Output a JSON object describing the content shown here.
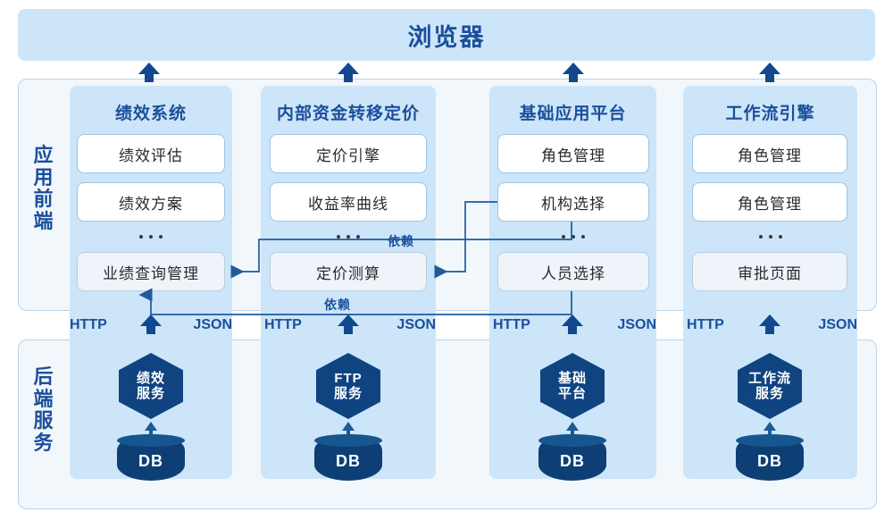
{
  "browser": {
    "label": "浏览器"
  },
  "layers": {
    "frontend": {
      "side_label": "应用\n前端",
      "side_label_chars": [
        "应",
        "用",
        "前",
        "端"
      ]
    },
    "backend": {
      "side_label_chars": [
        "后",
        "端",
        "服",
        "务"
      ]
    }
  },
  "protocol": {
    "request": "HTTP",
    "response": "JSON",
    "arrow_icon": "up-arrow-icon"
  },
  "dependency_label": "依赖",
  "ellipsis": "...",
  "columns": [
    {
      "id": "performance",
      "title": "绩效系统",
      "modules": [
        {
          "label": "绩效评估",
          "style": "plain"
        },
        {
          "label": "绩效方案",
          "style": "plain"
        },
        {
          "label": "业绩查询管理",
          "style": "shaded"
        }
      ],
      "service": {
        "name_lines": [
          "绩效",
          "服务"
        ],
        "db": "DB"
      }
    },
    {
      "id": "ftp",
      "title": "内部资金转移定价",
      "modules": [
        {
          "label": "定价引擎",
          "style": "plain"
        },
        {
          "label": "收益率曲线",
          "style": "plain"
        },
        {
          "label": "定价测算",
          "style": "shaded"
        }
      ],
      "service": {
        "name_lines": [
          "FTP",
          "服务"
        ],
        "db": "DB"
      }
    },
    {
      "id": "platform",
      "title": "基础应用平台",
      "modules": [
        {
          "label": "角色管理",
          "style": "plain"
        },
        {
          "label": "机构选择",
          "style": "plain"
        },
        {
          "label": "人员选择",
          "style": "shaded"
        }
      ],
      "service": {
        "name_lines": [
          "基础",
          "平台"
        ],
        "db": "DB"
      }
    },
    {
      "id": "workflow",
      "title": "工作流引擎",
      "modules": [
        {
          "label": "角色管理",
          "style": "plain"
        },
        {
          "label": "角色管理",
          "style": "plain"
        },
        {
          "label": "审批页面",
          "style": "shaded"
        }
      ],
      "service": {
        "name_lines": [
          "工作流",
          "服务"
        ],
        "db": "DB"
      }
    }
  ],
  "dependencies": [
    {
      "from": "机构选择",
      "to": "定价测算",
      "label": "依赖"
    },
    {
      "from": "机构选择",
      "to": "业绩查询管理",
      "label": "依赖"
    },
    {
      "from": "人员选择",
      "to": "业绩查询管理",
      "label": "依赖"
    }
  ],
  "colors": {
    "brand_blue": "#1b4f9c",
    "band_blue": "#cde5f8",
    "panel_bg": "#f2f7fc",
    "panel_border": "#b9d4ea",
    "module_border": "#9cc4e4",
    "module_shaded": "#eef4fa",
    "hex_navy": "#0f4480",
    "db_navy": "#0d3f75",
    "connector": "#1f5a9c"
  }
}
